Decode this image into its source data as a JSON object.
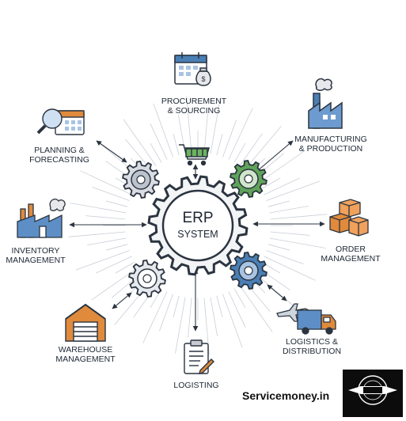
{
  "center": {
    "line1": "ERP",
    "line2": "SYSTEM"
  },
  "modules": {
    "procurement": {
      "line1": "PROCUREMENT",
      "line2": "& SOURCING"
    },
    "manufacturing": {
      "line1": "MANUFACTURING",
      "line2": "& PRODUCTION"
    },
    "order": {
      "line1": "ORDER",
      "line2": "MANAGEMENT"
    },
    "logistics": {
      "line1": "LOGISTICS &",
      "line2": "DISTRIBUTION"
    },
    "logisting": {
      "line1": "LOGISTING"
    },
    "warehouse": {
      "line1": "WAREHOUSE",
      "line2": "MANAGEMENT"
    },
    "inventory": {
      "line1": "INVENTORY",
      "line2": "MANAGEMENT"
    },
    "planning": {
      "line1": "PLANNING &",
      "line2": "FORECASTING"
    }
  },
  "brand": {
    "text": "Servicemoney.in"
  },
  "colors": {
    "outline": "#2b3440",
    "gear_fill": "#f3f4f6",
    "green": "#5fa35a",
    "blue": "#4a7fb5",
    "orange": "#e08a3c"
  }
}
